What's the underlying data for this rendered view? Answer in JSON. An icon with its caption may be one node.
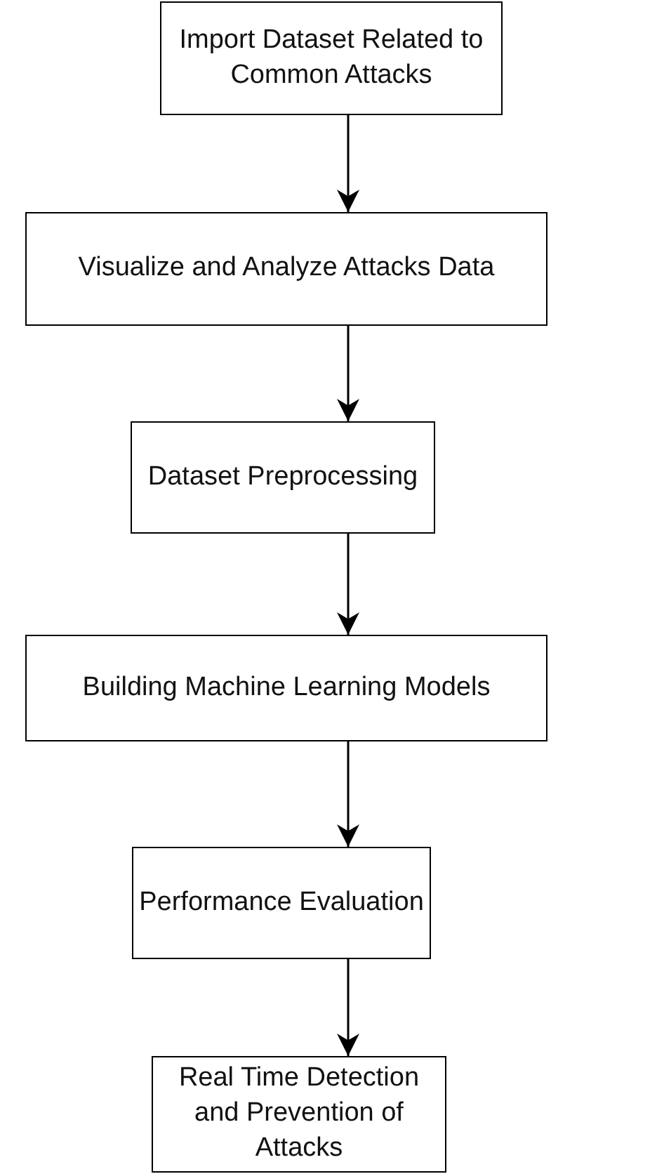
{
  "diagram": {
    "nodes": [
      {
        "text": [
          "Import Dataset Related to Common Attacks"
        ]
      },
      {
        "text": [
          "Visualize and Analyze Attacks Data"
        ]
      },
      {
        "text": [
          "Dataset Preprocessing"
        ]
      },
      {
        "text": [
          "Building Machine Learning Models"
        ]
      },
      {
        "text": [
          "Performance Evaluation"
        ]
      },
      {
        "text": [
          "Real Time Detection and Prevention of Attacks"
        ]
      }
    ],
    "edges": [
      {
        "from": 0,
        "to": 1,
        "arrow": "to"
      },
      {
        "from": 1,
        "to": 2,
        "arrow": "to"
      },
      {
        "from": 2,
        "to": 3,
        "arrow": "to"
      },
      {
        "from": 3,
        "to": 4,
        "arrow": "to"
      },
      {
        "from": 4,
        "to": 5,
        "arrow": "to"
      }
    ]
  }
}
